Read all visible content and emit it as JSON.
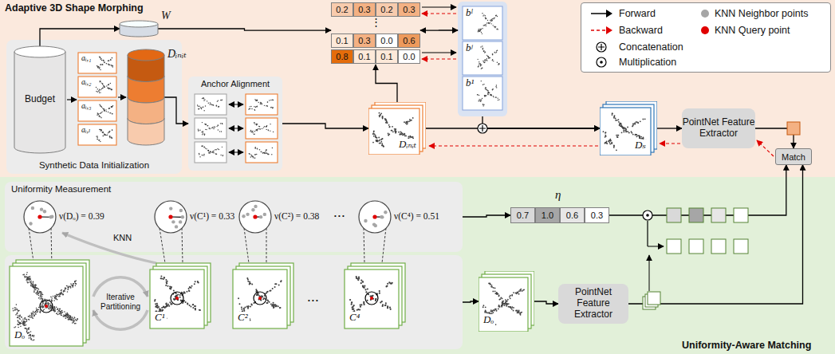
{
  "diagram": {
    "nodes": [
      {
        "text": [
          "Adaptive 3D Shape Morphing"
        ]
      },
      {
        "text": [
          "Synthetic Data Initialization"
        ],
        "in": 0
      },
      {
        "text": [
          "Budget"
        ],
        "in": 1
      },
      {
        "text": [
          "W"
        ],
        "in": 0
      },
      {
        "text": [
          "Dᵢₙᵢₜ"
        ],
        "in": 1
      },
      {
        "text": [
          "Anchor Alignment"
        ],
        "in": 0
      },
      {
        "text": [
          "Dᵢₙᵢₜ"
        ],
        "in": 0
      },
      {
        "text": [
          "bˡ",
          "bʲ",
          "b¹"
        ],
        "in": 0
      },
      {
        "text": [
          "Dₛ"
        ],
        "in": 0
      },
      {
        "text": [
          "PointNet Feature Extractor"
        ],
        "in": 0
      },
      {
        "text": [
          "0.2",
          "0.3",
          "0.2",
          "0.3",
          "⋮",
          "0.1",
          "0.3",
          "0.0",
          "0.6",
          "0.8",
          "0.1",
          "0.1",
          "0.0"
        ],
        "in": 0
      },
      {
        "text": [
          "Match"
        ],
        "in": 0
      },
      {
        "text": [
          "Uniformity-Aware Matching"
        ]
      },
      {
        "text": [
          "Uniformity Measurement"
        ],
        "in": 12
      },
      {
        "text": [
          "Iterative Partitioning"
        ],
        "in": 12
      },
      {
        "text": [
          "η",
          "0.7",
          "1.0",
          "0.6",
          "0.3"
        ],
        "in": 12
      },
      {
        "text": [
          "Dₒ"
        ],
        "in": 12
      },
      {
        "text": [
          "PointNet Feature Extractor"
        ],
        "in": 12
      }
    ],
    "edges": [
      {
        "from": 2,
        "to": 3,
        "arrow": "to"
      },
      {
        "from": 3,
        "to": 10,
        "arrow": "to"
      },
      {
        "from": 4,
        "to": 5,
        "arrow": "to"
      },
      {
        "from": 5,
        "to": 6,
        "arrow": "to"
      },
      {
        "from": 6,
        "to": 10,
        "arrow": "to"
      },
      {
        "from": 10,
        "to": 7,
        "arrow": "both"
      },
      {
        "from": 6,
        "to": 8,
        "arrow": "to"
      },
      {
        "from": 7,
        "to": 8,
        "arrow": "to"
      },
      {
        "from": 8,
        "to": 9,
        "arrow": "to"
      },
      {
        "from": 9,
        "to": 11,
        "arrow": "to"
      },
      {
        "from": 13,
        "to": 15,
        "arrow": "to"
      },
      {
        "from": 14,
        "to": 16,
        "arrow": "to"
      },
      {
        "from": 16,
        "to": 17,
        "arrow": "to"
      },
      {
        "from": 15,
        "to": 11,
        "arrow": "to"
      },
      {
        "from": 17,
        "to": 11,
        "arrow": "to"
      }
    ],
    "labels": [
      "aᵢ,₁",
      "aᵢ,₂",
      "aᵢ,₃",
      "aᵢ,ₗ",
      "ν(Dₒ) = 0.39",
      "KNN",
      "ν(C¹) = 0.33",
      "ν(C²) = 0.38",
      "• • •",
      "ν(C⁴) = 0.51",
      "Dₒ",
      "C¹",
      "C²",
      "• • •",
      "C⁴"
    ],
    "legend": [
      {
        "text": "Forward"
      },
      {
        "text": "KNN Neighbor points",
        "color": "#a6a6a6"
      },
      {
        "text": "Backward"
      },
      {
        "text": "KNN Query point",
        "color": "#e00000"
      },
      {
        "text": "Concatenation"
      },
      {
        "text": "Multiplication"
      }
    ]
  }
}
